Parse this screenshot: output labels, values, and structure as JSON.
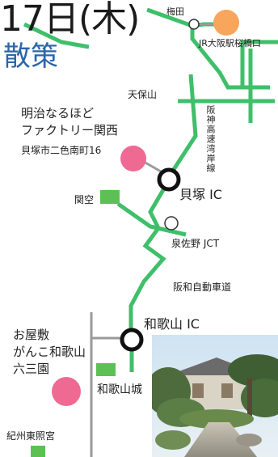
{
  "header": {
    "date": "17日(木)",
    "subtitle": "散策"
  },
  "stations": {
    "umeda": "梅田",
    "jr_osaka": "JR大阪駅桜橋口"
  },
  "routes": {
    "tenpozan": "天保山",
    "hanshin_wangan": "阪神高速湾岸線",
    "izumisano_jct": "泉佐野 JCT",
    "hanwa_expressway": "阪和自動車道"
  },
  "interchanges": {
    "kaizuka_ic": "貝塚 IC",
    "wakayama_ic": "和歌山 IC"
  },
  "places": {
    "meiji_factory_line1": "明治なるほど",
    "meiji_factory_line2": "ファクトリー関西",
    "meiji_factory_address": "貝塚市二色南町16",
    "kanku": "関空",
    "oyashiki_line1": "お屋敷",
    "oyashiki_line2": "がんこ和歌山",
    "oyashiki_line3": "六三園",
    "wakayama_castle": "和歌山城",
    "kishu_toshogu": "紀州東照宮"
  },
  "colors": {
    "road_green": "#3fbf6a",
    "rail_gray": "#9a9a9a",
    "accent_orange": "#f7a65c",
    "accent_pink": "#ef6a92",
    "marker_green": "#5dc055",
    "title_blue": "#2a66a8"
  }
}
